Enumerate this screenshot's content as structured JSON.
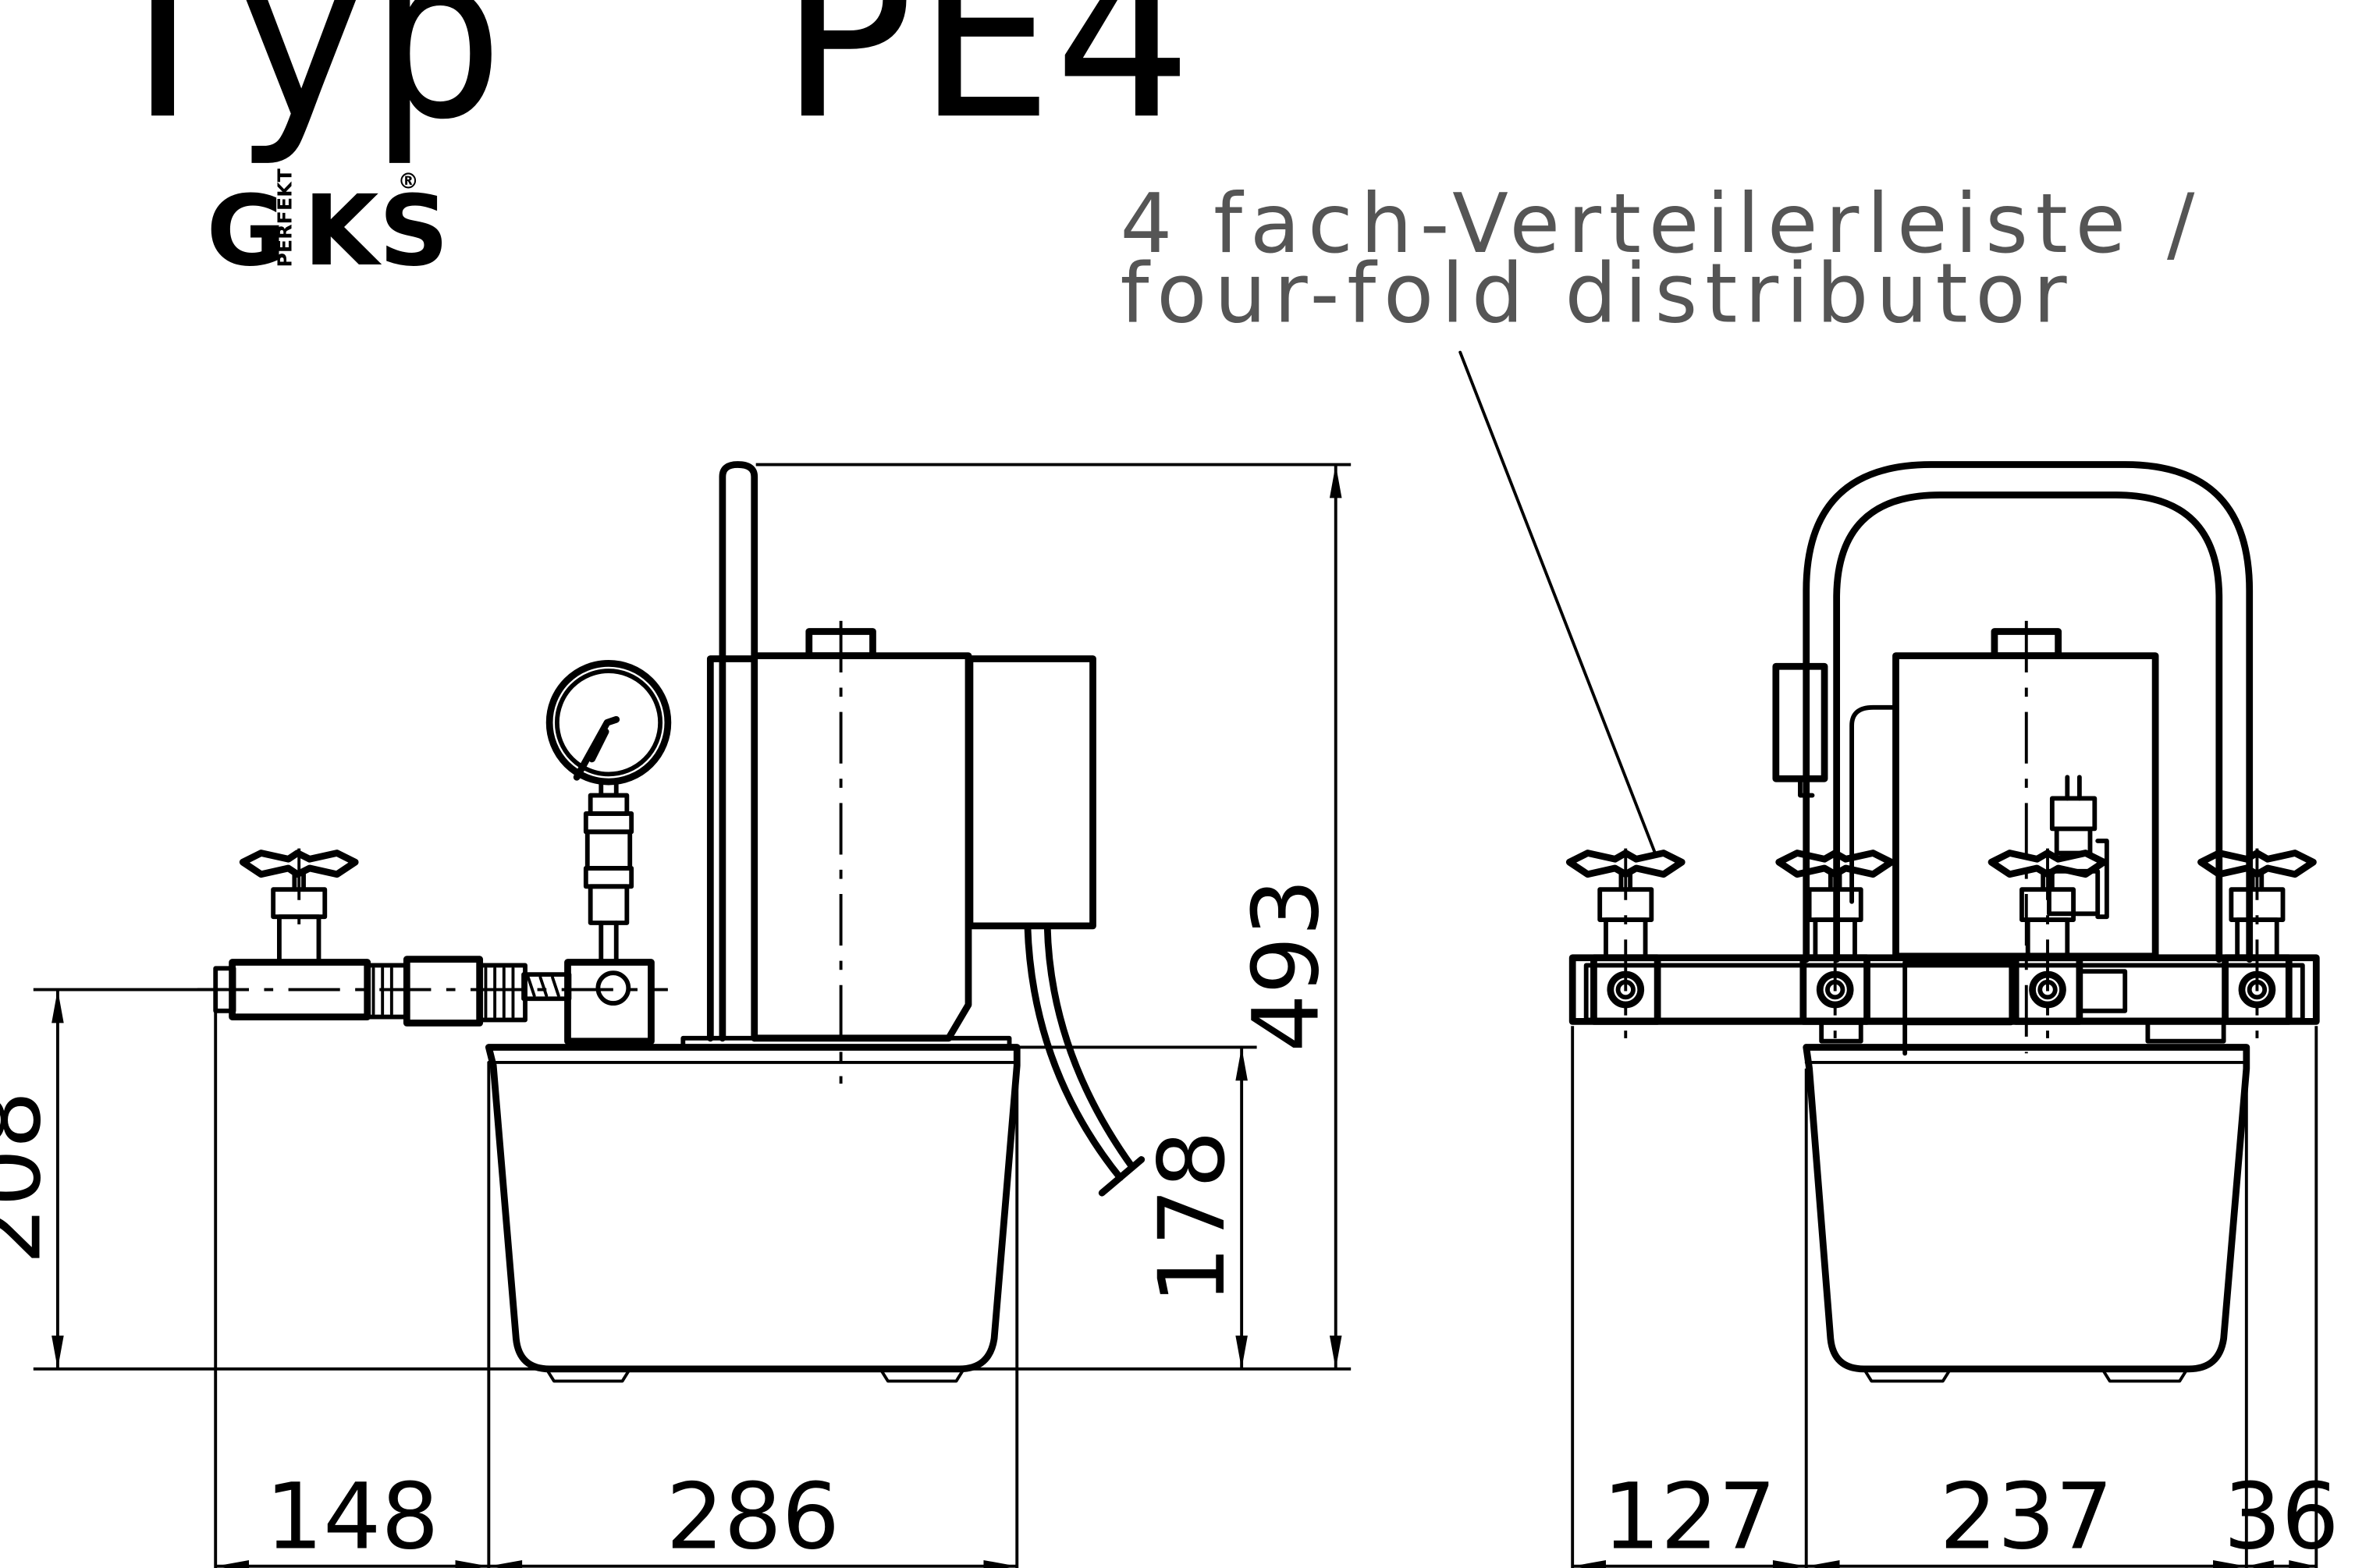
{
  "title": "Typ  PE4",
  "logo": {
    "letters_left": "G",
    "letters_right": "KS",
    "vertical_word": "PERFEKT",
    "registered": "®"
  },
  "annotation": {
    "line1": "4 fach-Verteilerleiste /",
    "line2": "four-fold distributor"
  },
  "dimensions": {
    "side_view": {
      "total_height": "493",
      "inlet_height": "208",
      "tank_height": "178",
      "width_valve": "148",
      "width_tank": "286"
    },
    "front_view": {
      "width_left": "127",
      "width_middle": "237",
      "width_right": "36"
    }
  }
}
